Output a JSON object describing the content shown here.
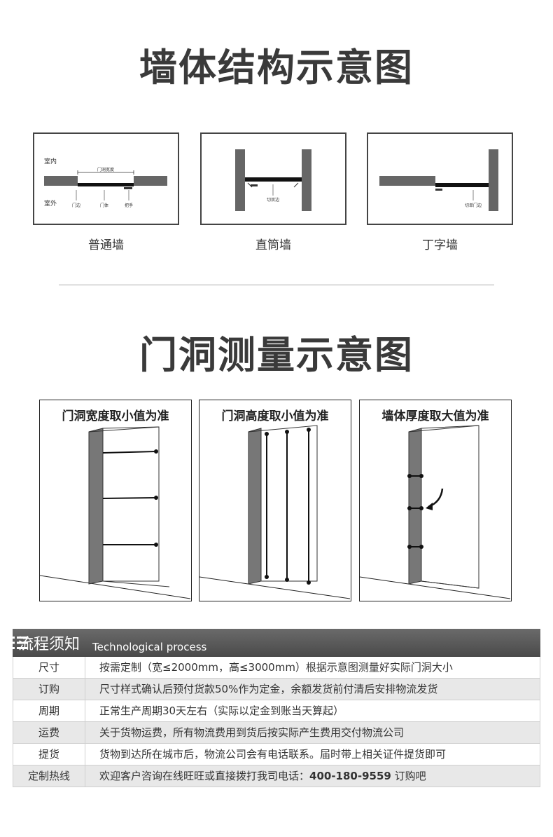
{
  "wall_section": {
    "title": "墙体结构示意图",
    "diagrams": [
      {
        "caption": "普通墙",
        "labels": {
          "indoor": "室内",
          "outdoor": "室外",
          "width": "门洞宽度",
          "edge": "门边",
          "body": "门体",
          "handle": "把手"
        }
      },
      {
        "caption": "直筒墙",
        "labels": {
          "cut": "切双边"
        }
      },
      {
        "caption": "丁字墙",
        "labels": {
          "cut": "切单门边"
        }
      }
    ]
  },
  "measure_section": {
    "title": "门洞测量示意图",
    "panels": [
      {
        "label": "门洞宽度取小值为准"
      },
      {
        "label": "门洞高度取小值为准"
      },
      {
        "label": "墙体厚度取大值为准"
      }
    ]
  },
  "process": {
    "title": "流程须知",
    "subtitle": "Technological process",
    "rows": [
      {
        "key": "尺寸",
        "value": "按需定制（宽≤2000mm，高≤3000mm）根据示意图测量好实际门洞大小"
      },
      {
        "key": "订购",
        "value": "尺寸样式确认后预付货款50%作为定金，余额发货前付清后安排物流发货"
      },
      {
        "key": "周期",
        "value": "正常生产周期30天左右（实际以定金到账当天算起）"
      },
      {
        "key": "运费",
        "value": "关于货物运费，所有物流费用到货后按实际产生费用交付物流公司"
      },
      {
        "key": "提货",
        "value": "货物到达所在城市后，物流公司会有电话联系。届时带上相关证件提货即可"
      },
      {
        "key": "定制热线",
        "value_prefix": "欢迎客户咨询在线旺旺或直接拨打我司电话：",
        "phone": "400-180-9559",
        "value_suffix": "订购吧"
      }
    ]
  }
}
